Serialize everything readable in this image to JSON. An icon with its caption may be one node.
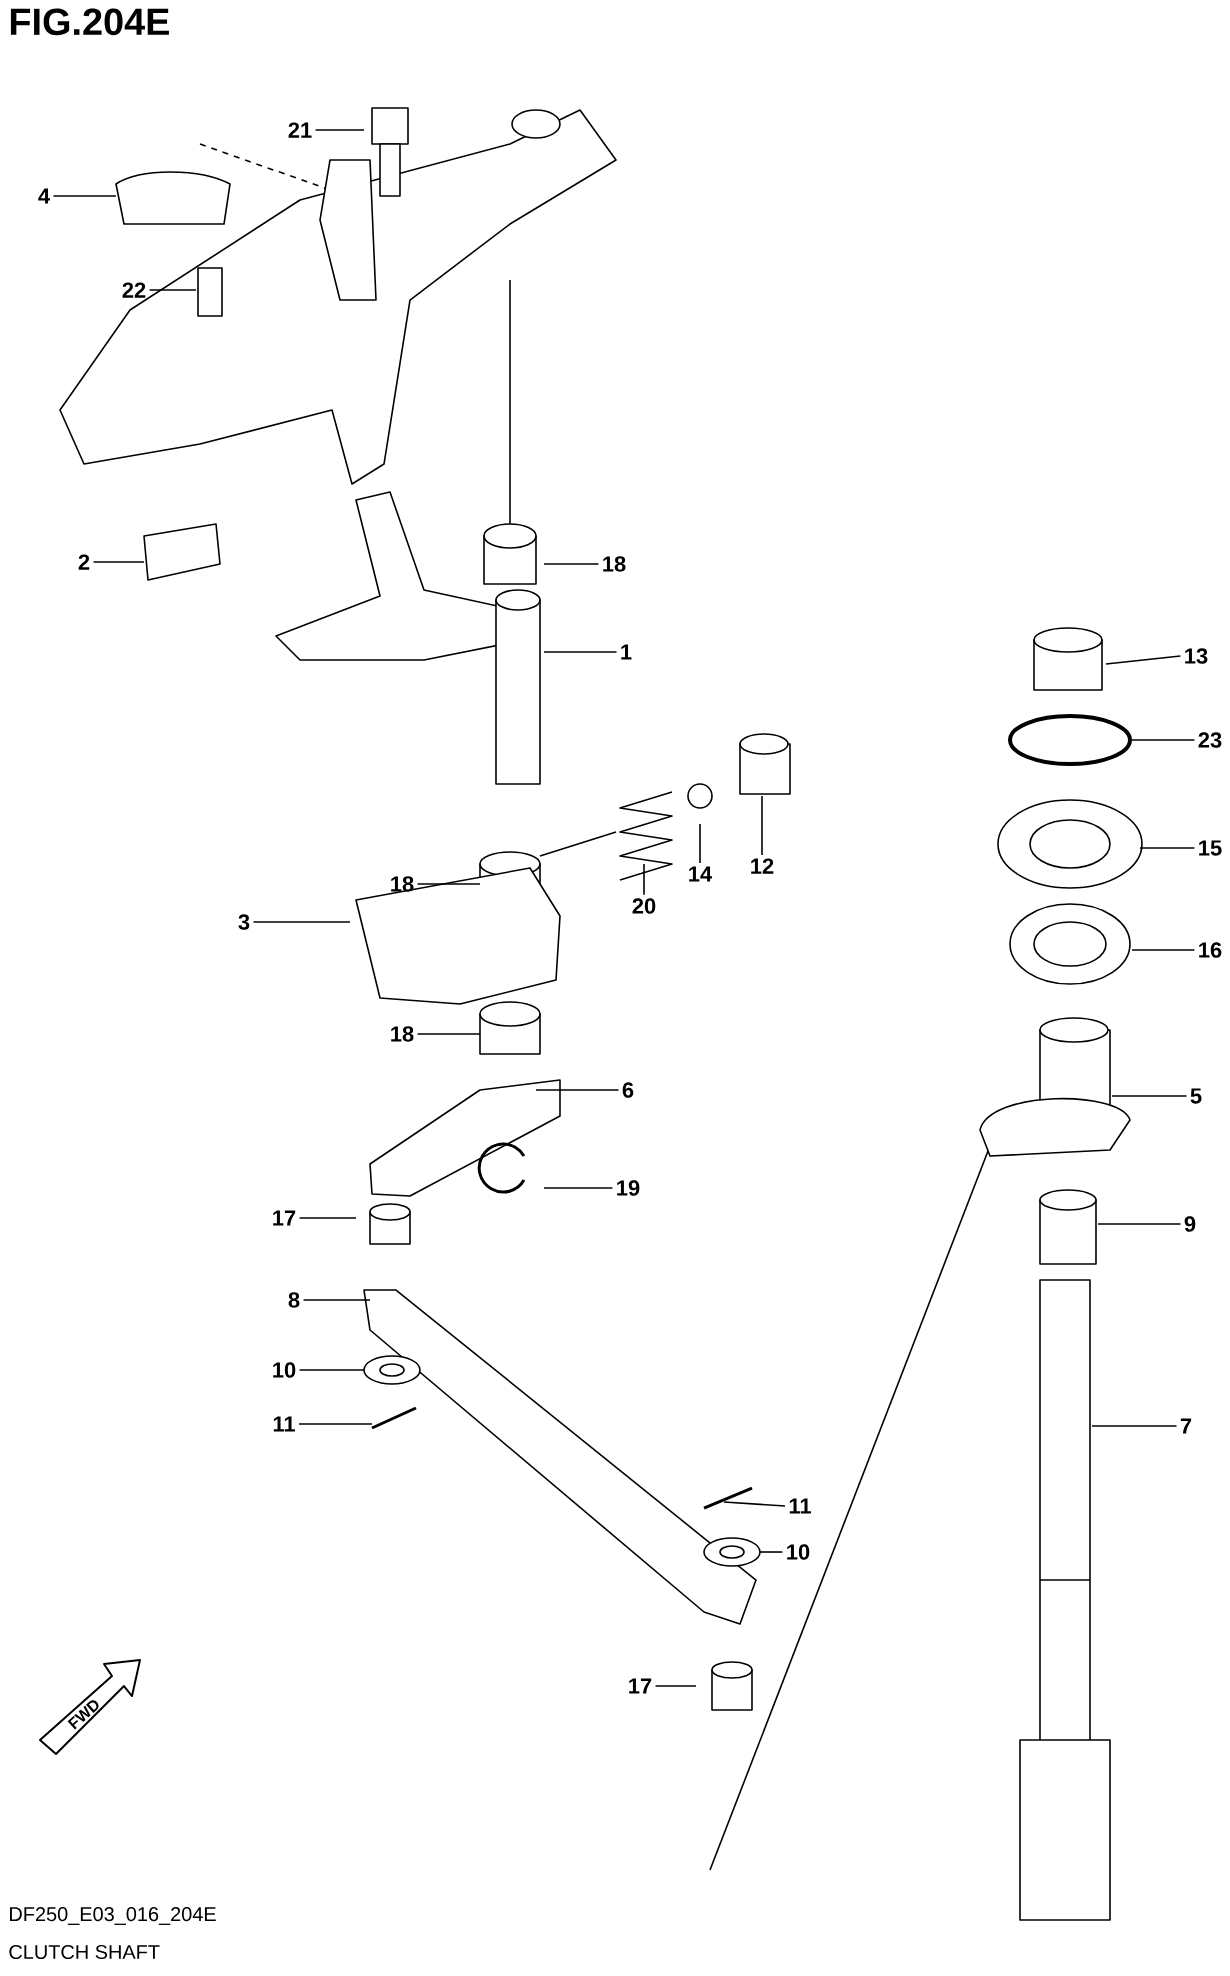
{
  "diagram": {
    "title": "FIG.204E",
    "caption": "CLUTCH SHAFT",
    "nodes": [
      {
        "text": [
          "21"
        ]
      },
      {
        "text": [
          "4"
        ]
      },
      {
        "text": [
          "22"
        ]
      },
      {
        "text": [
          "2"
        ]
      },
      {
        "text": [
          "18"
        ]
      },
      {
        "text": [
          "1"
        ]
      },
      {
        "text": [
          "13"
        ]
      },
      {
        "text": [
          "23"
        ]
      },
      {
        "text": [
          "15"
        ]
      },
      {
        "text": [
          "16"
        ]
      },
      {
        "text": [
          "18"
        ]
      },
      {
        "text": [
          "3"
        ]
      },
      {
        "text": [
          "14"
        ]
      },
      {
        "text": [
          "20"
        ]
      },
      {
        "text": [
          "12"
        ]
      },
      {
        "text": [
          "18"
        ]
      },
      {
        "text": [
          "6"
        ]
      },
      {
        "text": [
          "5"
        ]
      },
      {
        "text": [
          "19"
        ]
      },
      {
        "text": [
          "17"
        ]
      },
      {
        "text": [
          "9"
        ]
      },
      {
        "text": [
          "8"
        ]
      },
      {
        "text": [
          "10"
        ]
      },
      {
        "text": [
          "11"
        ]
      },
      {
        "text": [
          "7"
        ]
      },
      {
        "text": [
          "11"
        ]
      },
      {
        "text": [
          "10"
        ]
      },
      {
        "text": [
          "17"
        ]
      }
    ],
    "edges": [
      {
        "from": 0,
        "to": null,
        "arrow": "none"
      },
      {
        "from": 1,
        "to": null,
        "arrow": "none"
      },
      {
        "from": 2,
        "to": null,
        "arrow": "none"
      },
      {
        "from": 3,
        "to": null,
        "arrow": "none"
      },
      {
        "from": 4,
        "to": null,
        "arrow": "none"
      },
      {
        "from": 5,
        "to": null,
        "arrow": "none"
      },
      {
        "from": 6,
        "to": null,
        "arrow": "none"
      },
      {
        "from": 7,
        "to": null,
        "arrow": "none"
      },
      {
        "from": 8,
        "to": null,
        "arrow": "none"
      },
      {
        "from": 9,
        "to": null,
        "arrow": "none"
      },
      {
        "from": 10,
        "to": null,
        "arrow": "none"
      },
      {
        "from": 11,
        "to": null,
        "arrow": "none"
      },
      {
        "from": 12,
        "to": null,
        "arrow": "none"
      },
      {
        "from": 13,
        "to": null,
        "arrow": "none"
      },
      {
        "from": 14,
        "to": null,
        "arrow": "none"
      },
      {
        "from": 15,
        "to": null,
        "arrow": "none"
      },
      {
        "from": 16,
        "to": null,
        "arrow": "none"
      },
      {
        "from": 17,
        "to": null,
        "arrow": "none"
      },
      {
        "from": 18,
        "to": null,
        "arrow": "none"
      },
      {
        "from": 19,
        "to": null,
        "arrow": "none"
      },
      {
        "from": 20,
        "to": null,
        "arrow": "none"
      },
      {
        "from": 21,
        "to": null,
        "arrow": "none"
      },
      {
        "from": 22,
        "to": null,
        "arrow": "none"
      },
      {
        "from": 23,
        "to": null,
        "arrow": "none"
      },
      {
        "from": 24,
        "to": null,
        "arrow": "none"
      },
      {
        "from": 25,
        "to": null,
        "arrow": "none"
      },
      {
        "from": 26,
        "to": null,
        "arrow": "none"
      },
      {
        "from": 27,
        "to": null,
        "arrow": "none"
      }
    ],
    "labels": [
      "FWD",
      "DF250_E03_016_204E"
    ]
  }
}
